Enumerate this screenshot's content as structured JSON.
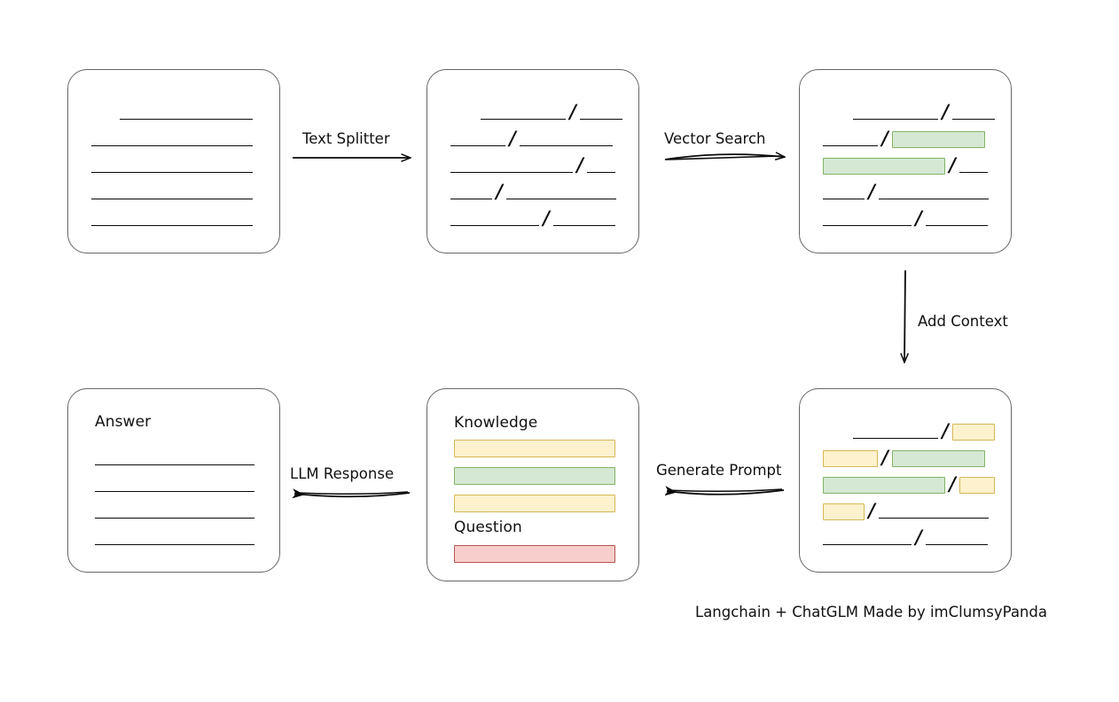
{
  "diagram": {
    "caption": "Langchain + ChatGLM Made by imClumsyPanda",
    "colors": {
      "green_fill": "#d5e8d4",
      "green_stroke": "#82b366",
      "yellow_fill": "#fdf2cd",
      "yellow_stroke": "#d6b656",
      "red_fill": "#f8cecc",
      "red_stroke": "#b85450",
      "node_stroke": "#666666",
      "ink": "#0a0a0a"
    },
    "nodes": [
      {
        "id": "source-document",
        "title": "",
        "rows": [
          {
            "segments": [
              {
                "type": "line",
                "w": 150
              }
            ],
            "indent": 58
          },
          {
            "segments": [
              {
                "type": "line",
                "w": 182
              }
            ],
            "indent": 26
          },
          {
            "segments": [
              {
                "type": "line",
                "w": 182
              }
            ],
            "indent": 26
          },
          {
            "segments": [
              {
                "type": "line",
                "w": 182
              }
            ],
            "indent": 26
          },
          {
            "segments": [
              {
                "type": "line",
                "w": 182
              }
            ],
            "indent": 26
          }
        ]
      },
      {
        "id": "split-chunks",
        "title": "",
        "rows": [
          {
            "indent": 60,
            "segments": [
              {
                "type": "line",
                "w": 96
              },
              {
                "type": "slash"
              },
              {
                "type": "line",
                "w": 48
              }
            ]
          },
          {
            "indent": 26,
            "segments": [
              {
                "type": "line",
                "w": 62
              },
              {
                "type": "slash"
              },
              {
                "type": "line",
                "w": 105
              }
            ]
          },
          {
            "indent": 26,
            "segments": [
              {
                "type": "line",
                "w": 138
              },
              {
                "type": "slash"
              },
              {
                "type": "line",
                "w": 32
              }
            ]
          },
          {
            "indent": 26,
            "segments": [
              {
                "type": "line",
                "w": 47
              },
              {
                "type": "slash"
              },
              {
                "type": "line",
                "w": 124
              }
            ]
          },
          {
            "indent": 26,
            "segments": [
              {
                "type": "line",
                "w": 100
              },
              {
                "type": "slash"
              },
              {
                "type": "line",
                "w": 70
              }
            ]
          }
        ]
      },
      {
        "id": "vector-search-hits",
        "title": "",
        "rows": [
          {
            "indent": 60,
            "segments": [
              {
                "type": "line",
                "w": 96
              },
              {
                "type": "slash"
              },
              {
                "type": "line",
                "w": 48
              }
            ]
          },
          {
            "indent": 26,
            "segments": [
              {
                "type": "line",
                "w": 62
              },
              {
                "type": "slash"
              },
              {
                "type": "chip",
                "color": "green",
                "w": 105
              }
            ]
          },
          {
            "indent": 26,
            "segments": [
              {
                "type": "chip",
                "color": "green",
                "w": 138
              },
              {
                "type": "slash"
              },
              {
                "type": "line",
                "w": 32
              }
            ]
          },
          {
            "indent": 26,
            "segments": [
              {
                "type": "line",
                "w": 47
              },
              {
                "type": "slash"
              },
              {
                "type": "line",
                "w": 124
              }
            ]
          },
          {
            "indent": 26,
            "segments": [
              {
                "type": "line",
                "w": 100
              },
              {
                "type": "slash"
              },
              {
                "type": "line",
                "w": 70
              }
            ]
          }
        ]
      },
      {
        "id": "context-added-chunks",
        "title": "",
        "rows": [
          {
            "indent": 60,
            "segments": [
              {
                "type": "line",
                "w": 96
              },
              {
                "type": "slash"
              },
              {
                "type": "chip",
                "color": "yellow",
                "w": 48
              }
            ]
          },
          {
            "indent": 26,
            "segments": [
              {
                "type": "chip",
                "color": "yellow",
                "w": 62
              },
              {
                "type": "slash"
              },
              {
                "type": "chip",
                "color": "green",
                "w": 105
              }
            ]
          },
          {
            "indent": 26,
            "segments": [
              {
                "type": "chip",
                "color": "green",
                "w": 138
              },
              {
                "type": "slash"
              },
              {
                "type": "chip",
                "color": "yellow",
                "w": 40
              }
            ]
          },
          {
            "indent": 26,
            "segments": [
              {
                "type": "chip",
                "color": "yellow",
                "w": 47
              },
              {
                "type": "slash"
              },
              {
                "type": "line",
                "w": 124
              }
            ]
          },
          {
            "indent": 26,
            "segments": [
              {
                "type": "line",
                "w": 100
              },
              {
                "type": "slash"
              },
              {
                "type": "line",
                "w": 70
              }
            ]
          }
        ]
      },
      {
        "id": "prompt",
        "title_knowledge": "Knowledge",
        "title_question": "Question",
        "knowledge_bars": [
          {
            "color": "yellow"
          },
          {
            "color": "green"
          },
          {
            "color": "yellow"
          }
        ],
        "question_bars": [
          {
            "color": "red"
          }
        ]
      },
      {
        "id": "answer",
        "title": "Answer",
        "rows": [
          {
            "indent": 30,
            "segments": [
              {
                "type": "line",
                "w": 180
              }
            ]
          },
          {
            "indent": 30,
            "segments": [
              {
                "type": "line",
                "w": 180
              }
            ]
          },
          {
            "indent": 30,
            "segments": [
              {
                "type": "line",
                "w": 180
              }
            ]
          },
          {
            "indent": 30,
            "segments": [
              {
                "type": "line",
                "w": 180
              }
            ]
          }
        ]
      }
    ],
    "edges": [
      {
        "id": "text-splitter",
        "label": "Text Splitter",
        "from": "source-document",
        "to": "split-chunks",
        "direction": "right",
        "arrowhead": "open"
      },
      {
        "id": "vector-search",
        "label": "Vector Search",
        "from": "split-chunks",
        "to": "vector-search-hits",
        "direction": "right",
        "arrowhead": "open"
      },
      {
        "id": "add-context",
        "label": "Add Context",
        "from": "vector-search-hits",
        "to": "context-added-chunks",
        "direction": "down",
        "arrowhead": "open"
      },
      {
        "id": "generate-prompt",
        "label": "Generate Prompt",
        "from": "context-added-chunks",
        "to": "prompt",
        "direction": "left",
        "arrowhead": "filled"
      },
      {
        "id": "llm-response",
        "label": "LLM Response",
        "from": "prompt",
        "to": "answer",
        "direction": "left",
        "arrowhead": "filled"
      }
    ]
  }
}
